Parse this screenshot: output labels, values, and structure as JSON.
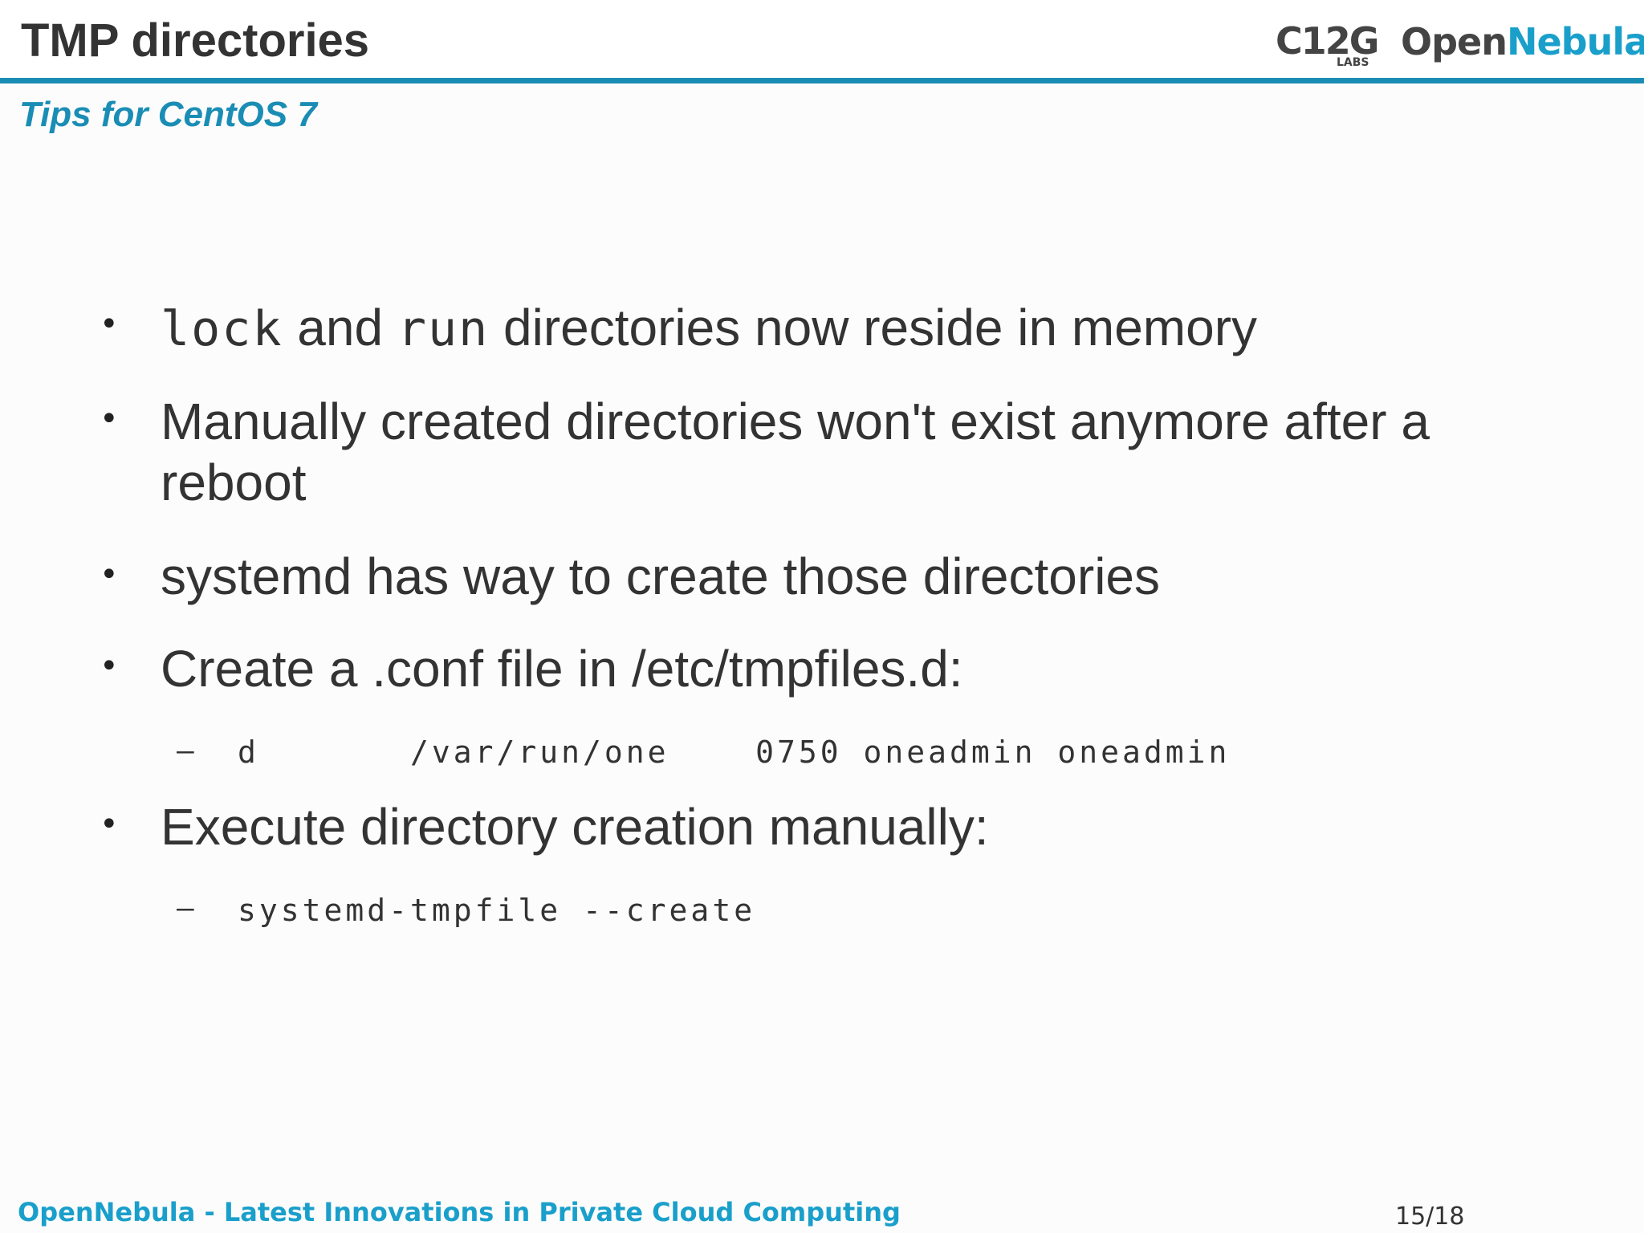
{
  "header": {
    "title": "TMP directories",
    "subtitle": "Tips for CentOS 7",
    "logos": {
      "c12g_main": "C12G",
      "c12g_sub": "LABS",
      "opennebula_open": "Open",
      "opennebula_nebula": "Nebula"
    }
  },
  "bullet_symbol": "•",
  "dash_symbol": "–",
  "items": [
    {
      "code_lock": "lock",
      "text_and": " and ",
      "code_run": "run",
      "text_rest": " directories now reside in memory"
    },
    {
      "line1": "Manually created directories won't exist anymore after a",
      "line2": "reboot"
    },
    {
      "text": "systemd has way to create those directories"
    },
    {
      "text": "Create a .conf file in /etc/tmpfiles.d:",
      "sub": "d       /var/run/one    0750 oneadmin oneadmin"
    },
    {
      "text": "Execute directory creation manually:",
      "sub": "systemd-tmpfile --create"
    }
  ],
  "footer": {
    "text": "OpenNebula - Latest Innovations in Private Cloud Computing",
    "page": "15/18"
  },
  "colors": {
    "accent": "#1a8db5",
    "nebula": "#1a9fcb",
    "text": "#333333"
  }
}
